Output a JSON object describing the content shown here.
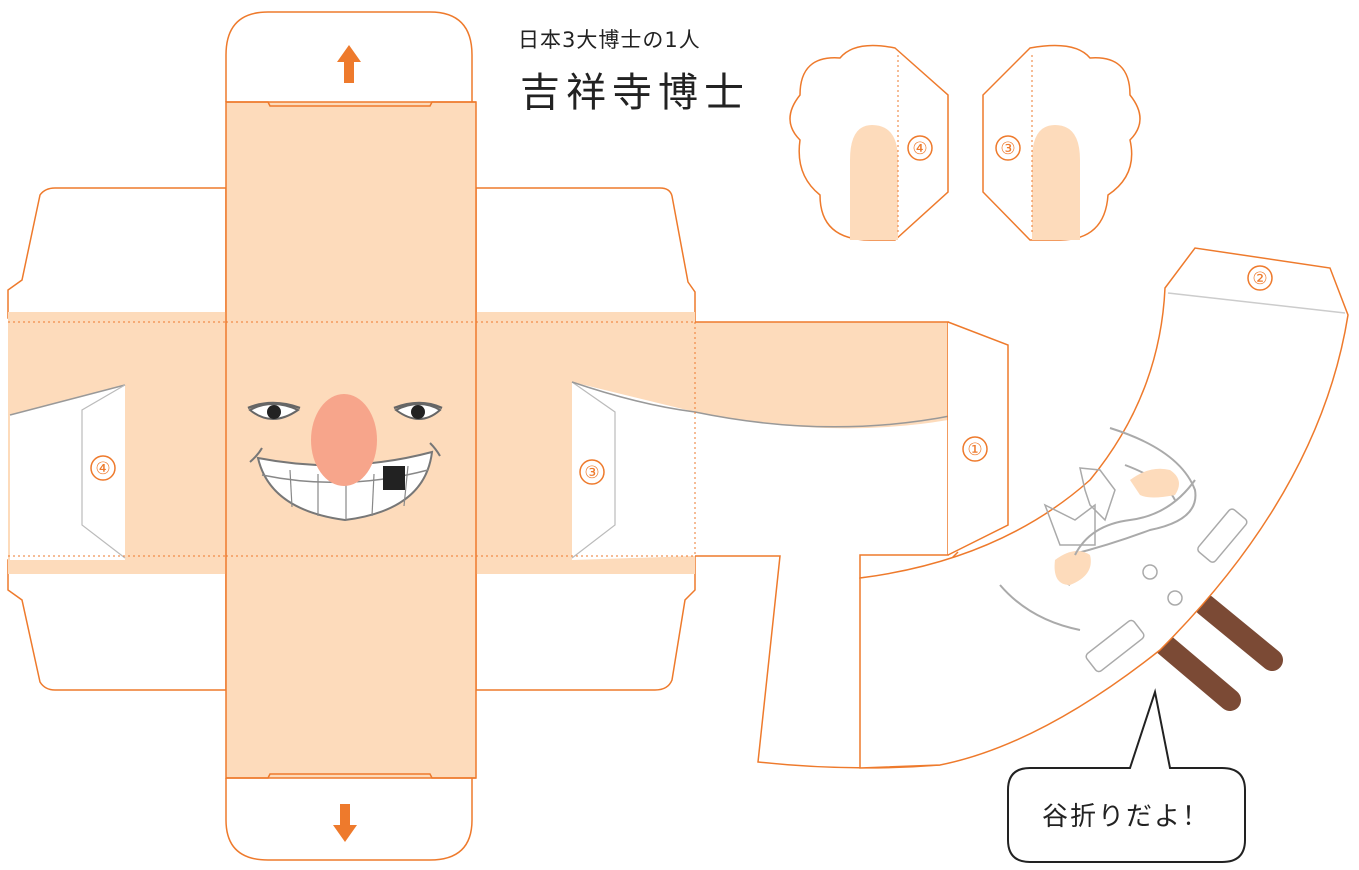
{
  "title": {
    "subtitle": "日本3大博士の1人",
    "name": "吉祥寺博士"
  },
  "markers": {
    "m1": "①",
    "m2": "②",
    "m3": "③",
    "m4": "④"
  },
  "speech_bubble": {
    "text": "谷折りだよ！"
  },
  "colors": {
    "cut_line": "#ee7a2c",
    "skin": "#fddbbb",
    "nose": "#f7a58b",
    "arm": "#7b4a35",
    "guide_line": "#aaaaaa"
  },
  "icons": {
    "top_arrow": "arrow-up-icon",
    "bottom_arrow": "arrow-down-icon"
  }
}
